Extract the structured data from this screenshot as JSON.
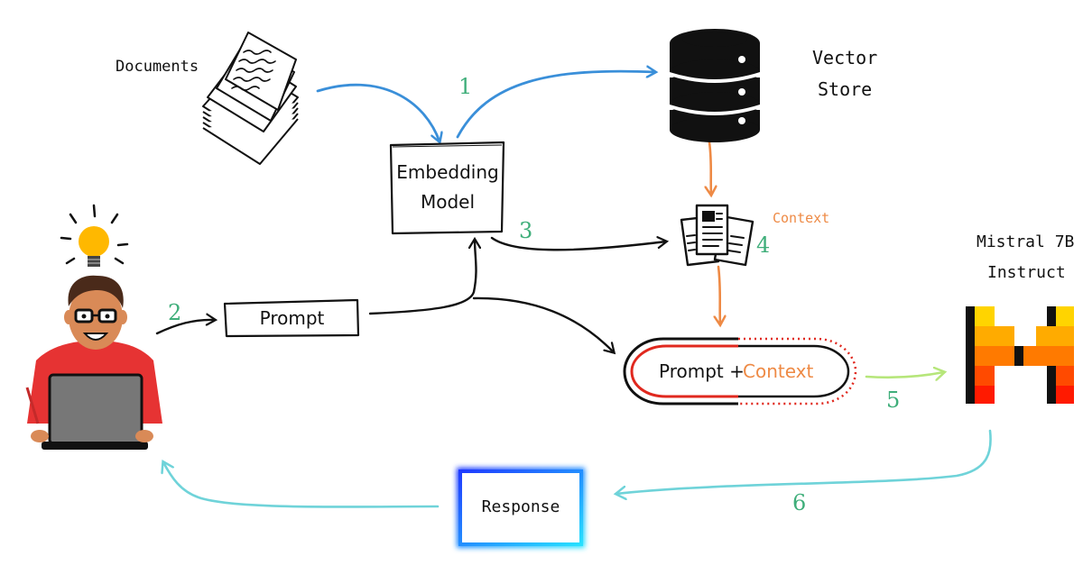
{
  "labels": {
    "documents": "Documents",
    "vector_store_line1": "Vector",
    "vector_store_line2": "Store",
    "embedding_line1": "Embedding",
    "embedding_line2": "Model",
    "context": "Context",
    "prompt": "Prompt",
    "prompt_plus": "Prompt +",
    "context_word": "Context",
    "mistral_line1": "Mistral 7B",
    "mistral_line2": "Instruct",
    "response": "Response"
  },
  "steps": {
    "s1": "1",
    "s2": "2",
    "s3": "3",
    "s4": "4",
    "s5": "5",
    "s6": "6"
  },
  "colors": {
    "blue_arrow": "#3a8fd9",
    "orange_arrow": "#ee8a45",
    "green_arrow": "#b6e67a",
    "cyan_arrow": "#6fd3d9",
    "step_number": "#3fae7a",
    "context_text": "#ee8a45",
    "red_accent": "#e0281e"
  }
}
